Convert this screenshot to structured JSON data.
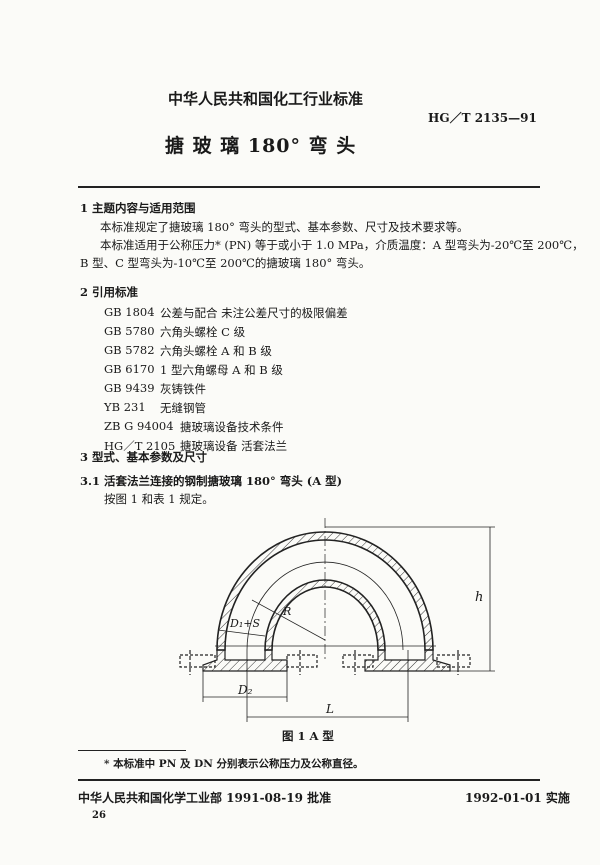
{
  "header": {
    "org_standard": "中华人民共和国化工行业标准",
    "code": "HG／T 2135—91",
    "title": "搪 玻 璃 180° 弯 头"
  },
  "section1": {
    "heading": "1  主题内容与适用范围",
    "p1": "本标准规定了搪玻璃 180° 弯头的型式、基本参数、尺寸及技术要求等。",
    "p2a": "本标准适用于公称压力* (PN) 等于或小于 1.0 MPa，介质温度：A 型弯头为-20℃至 200℃，",
    "p2b": "B 型、C 型弯头为-10℃至 200℃的搪玻璃 180° 弯头。"
  },
  "section2": {
    "heading": "2  引用标准",
    "refs": [
      {
        "code": "GB 1804",
        "title": "公差与配合   未注公差尺寸的极限偏差"
      },
      {
        "code": "GB 5780",
        "title": "六角头螺栓   C 级"
      },
      {
        "code": "GB 5782",
        "title": "六角头螺栓   A 和 B 级"
      },
      {
        "code": "GB 6170",
        "title": "1 型六角螺母   A 和 B 级"
      },
      {
        "code": "GB 9439",
        "title": "灰铸铁件"
      },
      {
        "code": "YB 231",
        "title": "无缝钢管"
      },
      {
        "code": "ZB G 94004",
        "title": "搪玻璃设备技术条件"
      },
      {
        "code": "HG／T 2105",
        "title": "搪玻璃设备   活套法兰"
      }
    ]
  },
  "section3": {
    "heading": "3  型式、基本参数及尺寸",
    "sub_heading": "3.1  活套法兰连接的钢制搪玻璃 180° 弯头 (A 型)",
    "sub_text": "按图 1 和表 1 规定。"
  },
  "figure": {
    "caption": "图 1   A 型",
    "labels": {
      "h": "h",
      "R": "R",
      "d1s": "D₁+S",
      "d2": "D₂",
      "L": "L"
    }
  },
  "footnote": "* 本标准中 PN 及 DN 分别表示公称压力及公称直径。",
  "footer": {
    "approval": "中华人民共和国化学工业部 1991-08-19 批准",
    "implementation": "1992-01-01 实施",
    "page_number": "26"
  }
}
